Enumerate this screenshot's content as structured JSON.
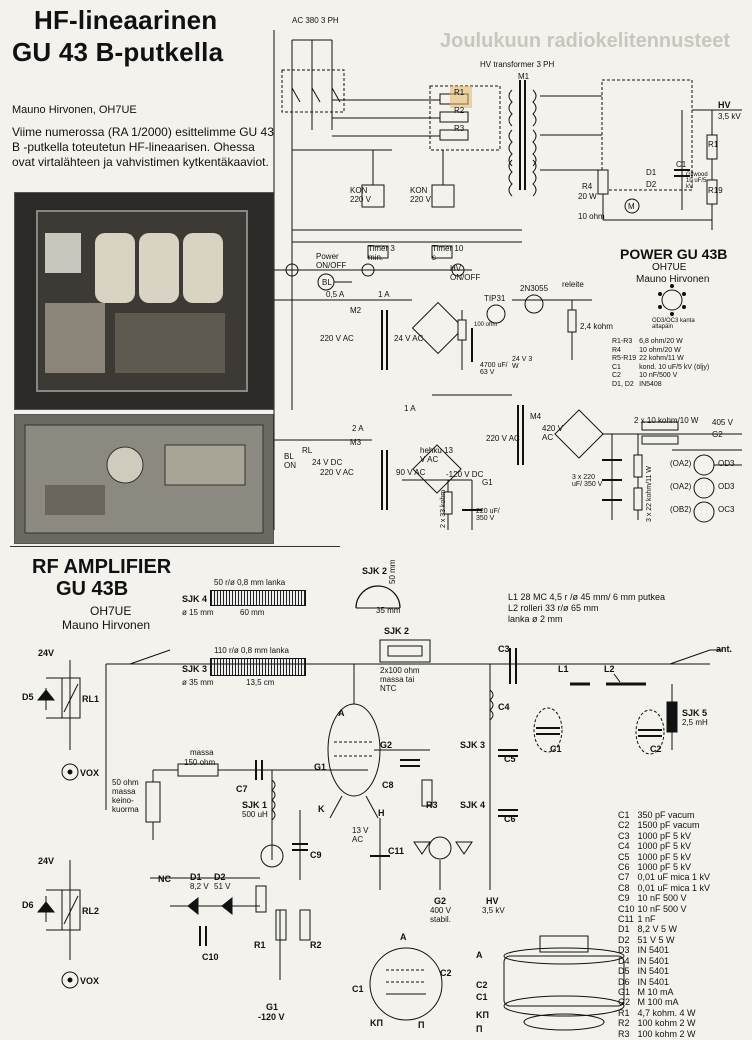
{
  "article": {
    "title_line1": "HF-lineaarinen",
    "title_line2": "GU 43 B-putkella",
    "author": "Mauno Hirvonen, OH7UE",
    "intro": "Viime numerossa (RA 1/2000) esittelimme GU 43 B -putkella toteutetun HF-lineaarisen. Ohessa ovat virtalähteen ja vahvistimen kytkentäkaaviot.",
    "ghost_heading": "Joulukuun radiokelit­ennusteet"
  },
  "power": {
    "ac_label": "AC 380 3 PH",
    "hv_transformer": "HV transformer 3 PH",
    "m1": "M1",
    "r1": "R1",
    "r2": "R2",
    "r3": "R3",
    "hv_out": "HV",
    "hv_out_v": "3,5 kV",
    "c1": "C1",
    "c1_val": "Gilwood 10 uF/5 kV",
    "d1": "D1",
    "d2": "D2",
    "r19": "R19",
    "r4": "R4",
    "r4_val": "20 W",
    "r4_ohm": "10 ohm",
    "m_label": "M",
    "kon1": "KON 220 V",
    "kon2": "KON 220 V",
    "power_onoff": "Power ON/OFF",
    "timer1": "Timer 3 min.",
    "timer2": "Timer 10 s",
    "hv_onoff": "HV ON/OFF",
    "bl": "BL",
    "releite": "releite",
    "tip31": "TIP31",
    "n3055": "2N3055",
    "fuse_05a": "0,5 A",
    "fuse_1a_a": "1 A",
    "fuse_1a_b": "1 A",
    "fuse_2a": "2 A",
    "m2": "M2",
    "m3": "M3",
    "m4": "M4",
    "v220_1": "220 V AC",
    "v24_1": "24 V AC",
    "v220_2": "220 V AC",
    "v90": "90 V AC",
    "v220_3": "220 V AC",
    "v420": "420 V AC",
    "hehku": "hehku 13 V AC",
    "r_100": "100 ohm",
    "cap_4700": "4700 uF/ 63 V",
    "zener_24": "24 V 3 W",
    "r_24k": "2,4 kohm",
    "rl": "RL",
    "rl_v": "24 V DC",
    "bl_on": "BL ON",
    "v_neg120": "-120 V DC",
    "g1": "G1",
    "r_2x33": "2 x 33 kohm",
    "cap_220": "220 uF/ 350 V",
    "cap_3x220": "3 x 220 uF/ 350 V",
    "r_2x10k": "2 x 10 kohm/10 W",
    "g2": "G2",
    "v405": "405 V",
    "r_3x22": "3 x 22 kohm/11 W",
    "oa2_1": "(OA2)",
    "oa2_2": "(OA2)",
    "ob2": "(OB2)",
    "od3": "OD3",
    "oc3": "OC3",
    "title": "POWER GU 43B",
    "author_call": "OH7UE",
    "author_name": "Mauno Hirvonen",
    "socket_note": "OD3/OC3 kanta alta­päin",
    "parts": [
      [
        "R1-R3",
        "6,8 ohm/20 W"
      ],
      [
        "R4",
        "10 ohm/20 W"
      ],
      [
        "R5-R19",
        "22 kohm/11 W"
      ],
      [
        "C1",
        "kond. 10 uF/5 kV (öljy)"
      ],
      [
        "C2",
        "10 nF/500 V"
      ],
      [
        "D1, D2",
        "IN5408"
      ]
    ]
  },
  "rf": {
    "title1": "RF AMPLIFIER",
    "title2": "GU 43B",
    "author_call": "OH7UE",
    "author_name": "Mauno Hirvonen",
    "sjk4_spec": "50 r/ø 0,8 mm lanka",
    "sjk4": "SJK 4",
    "sjk4_dia": "ø 15 mm",
    "sjk4_len": "60 mm",
    "sjk3_spec": "110 r/ø 0,8 mm lanka",
    "sjk3": "SJK 3",
    "sjk3_dia": "ø 35 mm",
    "sjk3_len": "13,5 cm",
    "sjk2_top": "SJK 2",
    "dim_50": "50 mm",
    "dim_35": "35 mm",
    "coil_note1": "L1 28 MC 4,5 r /ø 45 mm/ 6 mm putkea",
    "coil_note2": "L2 rolleri 33 r/ø 65 mm",
    "coil_note3": "lanka ø 2 mm",
    "v24_a": "24V",
    "v24_b": "24V",
    "d5": "D5",
    "rl1": "RL1",
    "vox1": "VOX",
    "d6": "D6",
    "rl2": "RL2",
    "vox2": "VOX",
    "r50": "50 ohm massa keino­kuorma",
    "massa": "massa",
    "massa_val": "150 ohm",
    "c7": "C7",
    "sjk1": "SJK 1",
    "sjk1_val": "500 uH",
    "sjk2": "SJK 2",
    "ntc": "2x100 ohm massa tai NTC",
    "a": "A",
    "g1": "G1",
    "g2": "G2",
    "k": "K",
    "h": "H",
    "c8": "C8",
    "r3": "R3",
    "c9": "C9",
    "c5": "C5",
    "c6": "C6",
    "c3": "C3",
    "c4": "C4",
    "l1": "L1",
    "l2": "L2",
    "c1": "C1",
    "c2": "C2",
    "sjk5": "SJK 5",
    "sjk5_val": "2,5 mH",
    "ant": "ant.",
    "nc": "NC",
    "d1": "D1",
    "d1_val": "8,2 V",
    "d2": "D2",
    "d2_val": "51 V",
    "c10": "C10",
    "r1": "R1",
    "r2": "R2",
    "g1_m": "G1",
    "g1_v": "-120 V",
    "v13": "13 V AC",
    "c11": "C11",
    "g2_m": "G2",
    "g2_v": "400 V stabil.",
    "hv_m": "HV",
    "hv_v": "3,5 kV",
    "tube_a": "A",
    "tube_c1": "C1",
    "tube_c2": "C2",
    "tube_kp": "KП",
    "phys_a": "A",
    "phys_c2": "C2",
    "phys_c1": "C1",
    "phys_kp": "KП",
    "phys_p": "П",
    "tube_bottom": "П",
    "parts": [
      [
        "C1",
        "350 pF vacum"
      ],
      [
        "C2",
        "1500 pF vacum"
      ],
      [
        "C3",
        "1000 pF 5 kV"
      ],
      [
        "C4",
        "1000 pF 5 kV"
      ],
      [
        "C5",
        "1000 pF 5 kV"
      ],
      [
        "C6",
        "1000 pF 5 kV"
      ],
      [
        "C7",
        "0,01 uF mica 1 kV"
      ],
      [
        "C8",
        "0,01 uF mica 1 kV"
      ],
      [
        "C9",
        "10 nF 500 V"
      ],
      [
        "C10",
        "10 nF 500 V"
      ],
      [
        "C11",
        "1 nF"
      ],
      [
        "D1",
        "8,2 V 5 W"
      ],
      [
        "D2",
        "51 V 5 W"
      ],
      [
        "D3",
        "IN 5401"
      ],
      [
        "D4",
        "IN 5401"
      ],
      [
        "D5",
        "IN 5401"
      ],
      [
        "D6",
        "IN 5401"
      ],
      [
        "G1",
        "M 10 mA"
      ],
      [
        "G2",
        "M 100 mA"
      ],
      [
        "R1",
        "4,7 kohm. 4 W"
      ],
      [
        "R2",
        "100 kohm 2 W"
      ],
      [
        "R3",
        "100 kohm 2 W"
      ]
    ]
  }
}
